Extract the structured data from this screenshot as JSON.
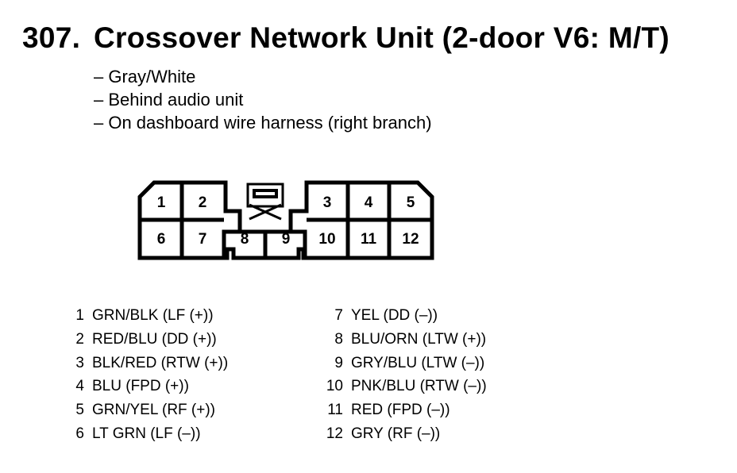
{
  "figure": {
    "number": "307.",
    "title": "Crossover Network Unit (2-door V6: M/T)"
  },
  "notes": [
    "– Gray/White",
    "– Behind audio unit",
    "– On dashboard wire harness (right branch)"
  ],
  "connector": {
    "cavity_labels": [
      "1",
      "2",
      "3",
      "4",
      "5",
      "6",
      "7",
      "8",
      "9",
      "10",
      "11",
      "12"
    ]
  },
  "pins": [
    {
      "num": "1",
      "desc": "GRN/BLK (LF (+))"
    },
    {
      "num": "2",
      "desc": "RED/BLU (DD (+))"
    },
    {
      "num": "3",
      "desc": "BLK/RED (RTW (+))"
    },
    {
      "num": "4",
      "desc": "BLU (FPD (+))"
    },
    {
      "num": "5",
      "desc": "GRN/YEL (RF (+))"
    },
    {
      "num": "6",
      "desc": "LT GRN (LF (–))"
    },
    {
      "num": "7",
      "desc": "YEL (DD (–))"
    },
    {
      "num": "8",
      "desc": "BLU/ORN (LTW (+))"
    },
    {
      "num": "9",
      "desc": "GRY/BLU (LTW (–))"
    },
    {
      "num": "10",
      "desc": "PNK/BLU (RTW (–))"
    },
    {
      "num": "11",
      "desc": "RED (FPD (–))"
    },
    {
      "num": "12",
      "desc": "GRY (RF (–))"
    }
  ]
}
